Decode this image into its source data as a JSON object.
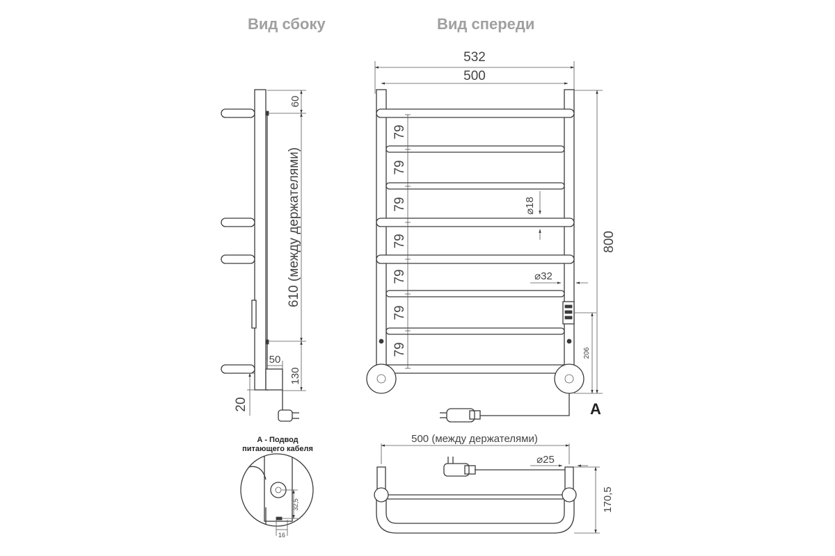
{
  "titles": {
    "side": "Вид сбоку",
    "front": "Вид спереди"
  },
  "front": {
    "width_total": "532",
    "width_holders": "500",
    "height_total": "800",
    "rung_spacing": "79",
    "tube_dia": "⌀18",
    "post_dia": "⌀32",
    "control_height": "206",
    "cable_point": "A"
  },
  "side": {
    "top_offset": "60",
    "holder_spacing": "610 (между держателями)",
    "wall_gap": "50",
    "bottom_offset": "130",
    "floor_offset": "20"
  },
  "detail_a": {
    "title_line1": "А - Подвод",
    "title_line2": "питающего кабеля",
    "height": "32,5",
    "width": "16"
  },
  "top": {
    "holders": "500 (между держателями)",
    "cable_dia": "⌀25",
    "depth": "170,5"
  },
  "colors": {
    "line": "#3a3a3a",
    "title": "#a0a0a0"
  }
}
